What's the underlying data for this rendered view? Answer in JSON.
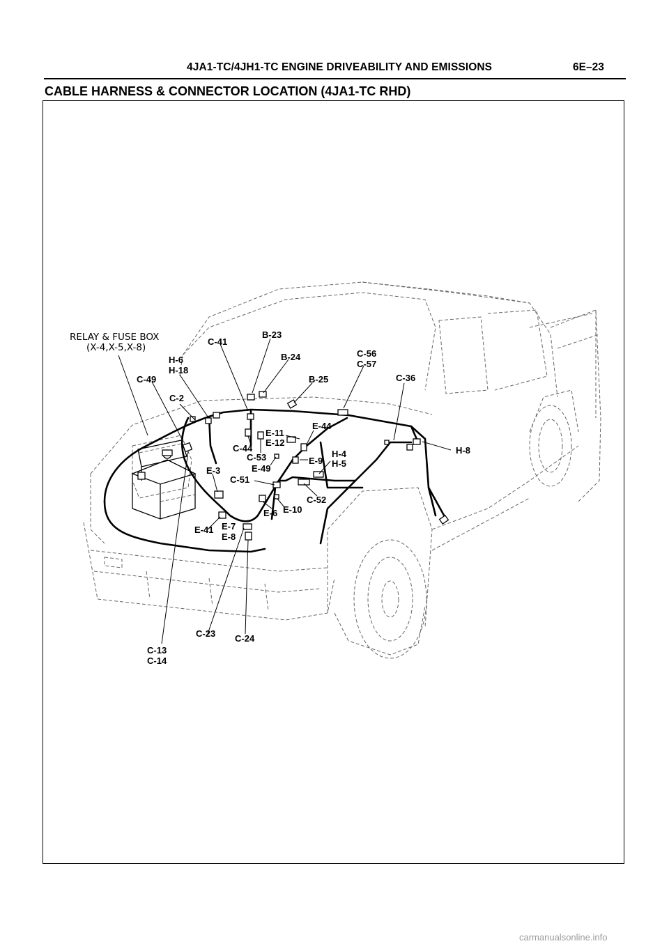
{
  "header": {
    "title": "4JA1-TC/4JH1-TC ENGINE DRIVEABILITY AND EMISSIONS",
    "page_number": "6E–23"
  },
  "section_title": "CABLE HARNESS & CONNECTOR LOCATION (4JA1-TC RHD)",
  "figure": {
    "relay_box_label": "RELAY & FUSE BOX",
    "relay_box_sub": "(X-4,X-5,X-8)",
    "labels": {
      "c41": "C-41",
      "b23": "B-23",
      "b24": "B-24",
      "b25": "B-25",
      "c56": "C-56",
      "c57": "C-57",
      "c36": "C-36",
      "h6": "H-6",
      "h18": "H-18",
      "c49": "C-49",
      "c2": "C-2",
      "e11": "E-11",
      "e12": "E-12",
      "e44": "E-44",
      "c44": "C-44",
      "c53": "C-53",
      "e49": "E-49",
      "e9": "E-9",
      "h4": "H-4",
      "h5": "H-5",
      "h8": "H-8",
      "e3": "E-3",
      "c51": "C-51",
      "c52": "C-52",
      "e6": "E-6",
      "e10": "E-10",
      "e41": "E-41",
      "e7": "E-7",
      "e8": "E-8",
      "c23": "C-23",
      "c24": "C-24",
      "c13": "C-13",
      "c14": "C-14"
    }
  },
  "watermark": "carmanualsonline.info"
}
